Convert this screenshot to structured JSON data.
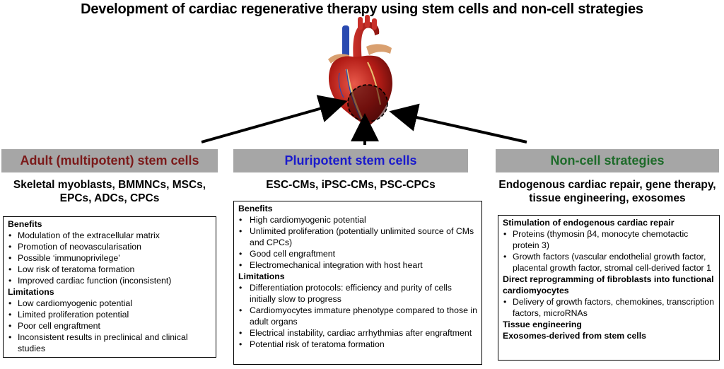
{
  "title": "Development of cardiac regenerative therapy using stem cells and non-cell strategies",
  "columns": [
    {
      "header": "Adult (multipotent) stem cells",
      "header_color": "#7b1a1a",
      "subtitle": "Skeletal myoblasts, BMMNCs, MSCs, EPCs, ADCs, CPCs",
      "sections": [
        {
          "heading": "Benefits",
          "items": [
            "Modulation of the extracellular matrix",
            "Promotion of neovascularisation",
            "Possible ‘immunoprivilege’",
            "Low risk of teratoma formation",
            "Improved cardiac function (inconsistent)"
          ]
        },
        {
          "heading": "Limitations",
          "items": [
            "Low cardiomyogenic potential",
            "Limited proliferation potential",
            "Poor cell engraftment",
            "Inconsistent results in preclinical and clinical studies"
          ]
        }
      ]
    },
    {
      "header": "Pluripotent stem cells",
      "header_color": "#1a1acc",
      "subtitle": "ESC-CMs, iPSC-CMs, PSC-CPCs",
      "sections": [
        {
          "heading": "Benefits",
          "items": [
            "High cardiomyogenic potential",
            "Unlimited proliferation (potentially unlimited source of CMs and CPCs)",
            "Good cell engraftment",
            "Electromechanical integration with host heart"
          ]
        },
        {
          "heading": "Limitations",
          "items": [
            "Differentiation protocols: efficiency and purity of cells initially slow to progress",
            "Cardiomyocytes immature phenotype compared to those in adult organs",
            "Electrical instability, cardiac arrhythmias after engraftment",
            "Potential risk of teratoma formation"
          ]
        }
      ]
    },
    {
      "header": "Non-cell strategies",
      "header_color": "#1e6b2a",
      "subtitle": "Endogenous cardiac repair, gene therapy, tissue engineering, exosomes",
      "sections": [
        {
          "heading": "Stimulation of endogenous cardiac repair",
          "items": [
            "Proteins (thymosin β4, monocyte chemotactic protein 3)",
            "Growth factors (vascular endothelial growth factor, placental growth factor, stromal cell-derived factor 1"
          ]
        },
        {
          "heading": "Direct reprogramming of fibroblasts into functional cardiomyocytes",
          "items": [
            "Delivery of growth factors, chemokines, transcription factors, microRNAs"
          ]
        },
        {
          "heading": "Tissue engineering",
          "items": []
        },
        {
          "heading": "Exosomes-derived from stem cells",
          "items": []
        }
      ]
    }
  ]
}
